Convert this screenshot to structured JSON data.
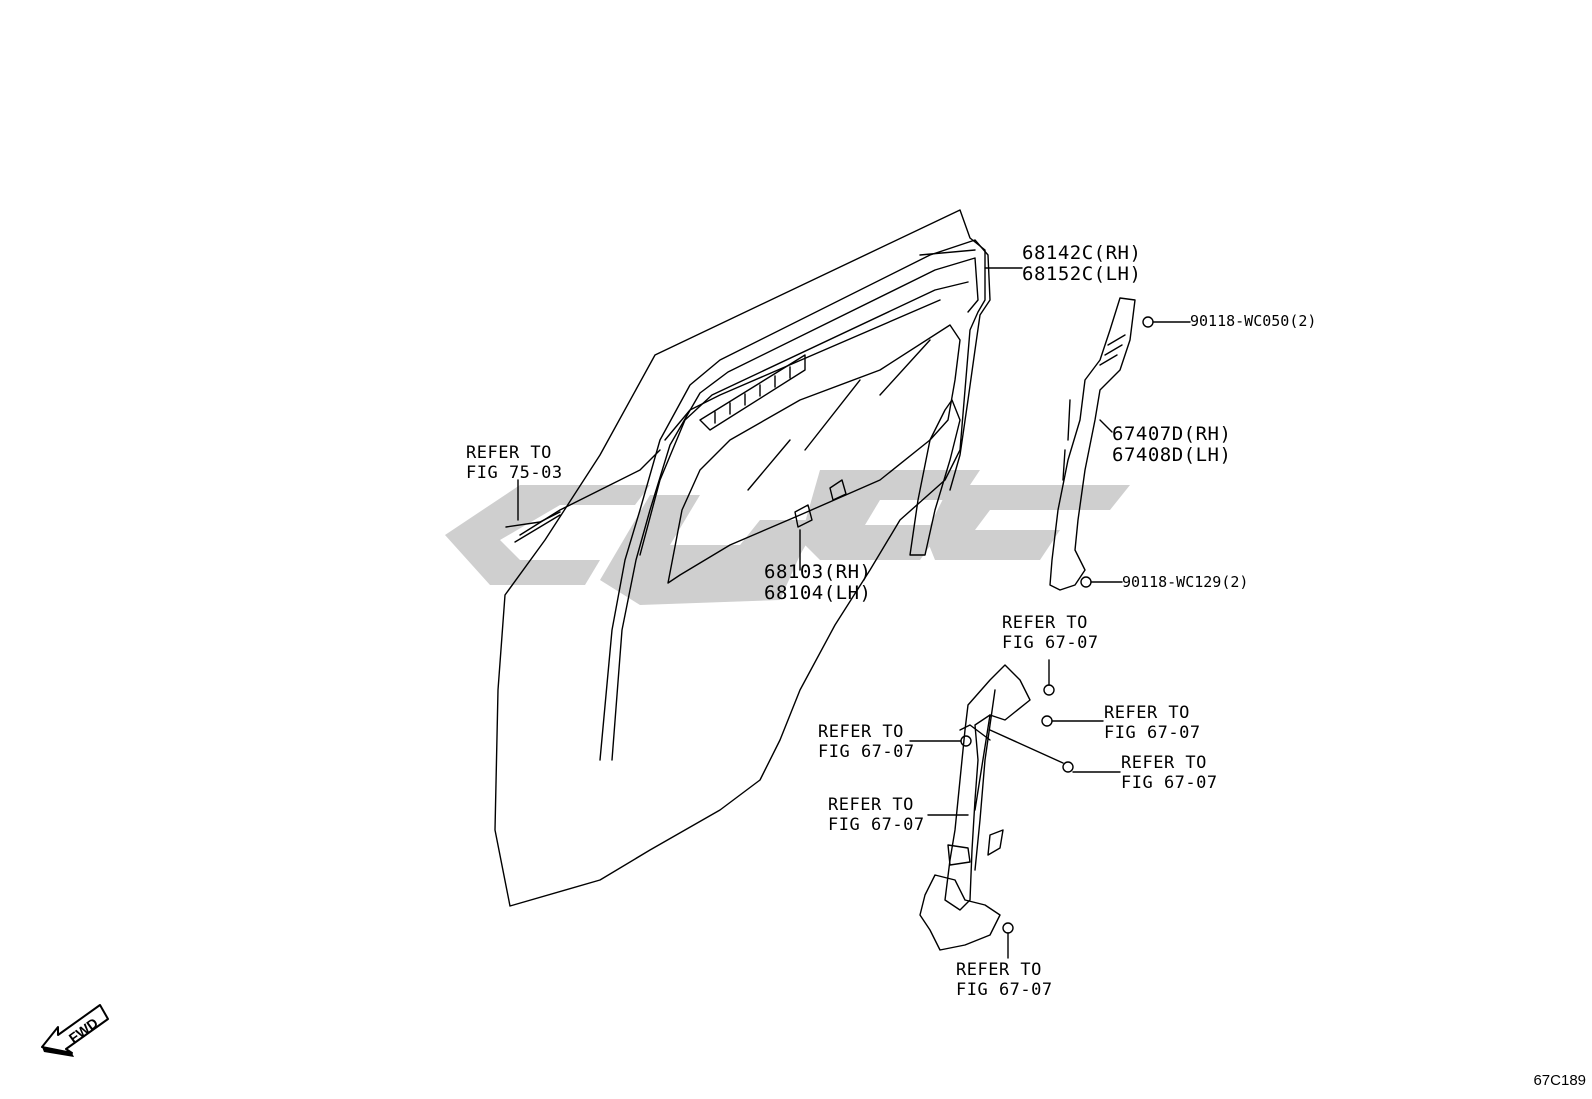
{
  "figure_id": "67C189",
  "fwd_label": "FWD",
  "watermark_color": "#cfcfcf",
  "line_color": "#000000",
  "parts": [
    {
      "id": "run-channel",
      "line1": "68142C(RH)",
      "line2": "68152C(LH)"
    },
    {
      "id": "bolt-upper",
      "text": "90118-WC050(2)"
    },
    {
      "id": "rear-channel",
      "line1": "67407D(RH)",
      "line2": "67408D(LH)"
    },
    {
      "id": "bolt-lower",
      "text": "90118-WC129(2)"
    },
    {
      "id": "door-glass",
      "line1": "68103(RH)",
      "line2": "68104(LH)"
    }
  ],
  "refs": [
    {
      "id": "ref-75-03",
      "line1": "REFER TO",
      "line2": "FIG 75-03"
    },
    {
      "id": "ref-67-07-a",
      "line1": "REFER TO",
      "line2": "FIG 67-07"
    },
    {
      "id": "ref-67-07-b",
      "line1": "REFER TO",
      "line2": "FIG 67-07"
    },
    {
      "id": "ref-67-07-c",
      "line1": "REFER TO",
      "line2": "FIG 67-07"
    },
    {
      "id": "ref-67-07-d",
      "line1": "REFER TO",
      "line2": "FIG 67-07"
    },
    {
      "id": "ref-67-07-e",
      "line1": "REFER TO",
      "line2": "FIG 67-07"
    },
    {
      "id": "ref-67-07-f",
      "line1": "REFER TO",
      "line2": "FIG 67-07"
    }
  ]
}
